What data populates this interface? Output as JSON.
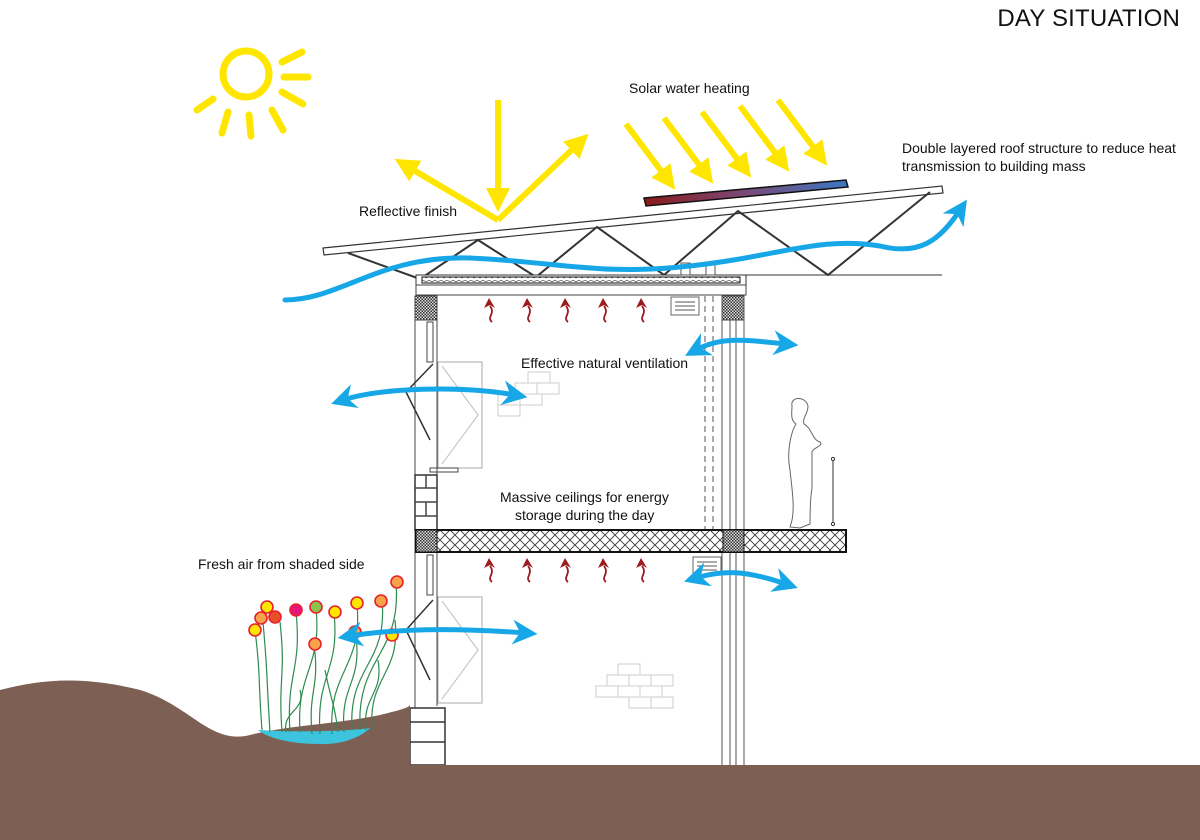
{
  "title": "DAY SITUATION",
  "labels": {
    "solar_water_heating": "Solar water heating",
    "reflective_finish": "Reflective finish",
    "double_roof_line1": "Double layered roof structure to reduce heat",
    "double_roof_line2": "transmission to building mass",
    "natural_ventilation": "Effective natural ventilation",
    "massive_ceilings_line1": "Massive ceilings for energy",
    "massive_ceilings_line2": "storage during the day",
    "fresh_air": "Fresh air from shaded side"
  },
  "colors": {
    "sun": "#FFE600",
    "air_flow": "#18A7E6",
    "heat_arrow": "#9B1B1E",
    "ground": "#7E5F53",
    "water": "#3CC3DD",
    "plant_stem": "#2E8B4E",
    "flower_ring": "#E8202A",
    "flower_fill": "#F7A34B",
    "panel_hot": "#8B1A1A",
    "panel_cold": "#3A78C2",
    "structure": "#333333"
  }
}
